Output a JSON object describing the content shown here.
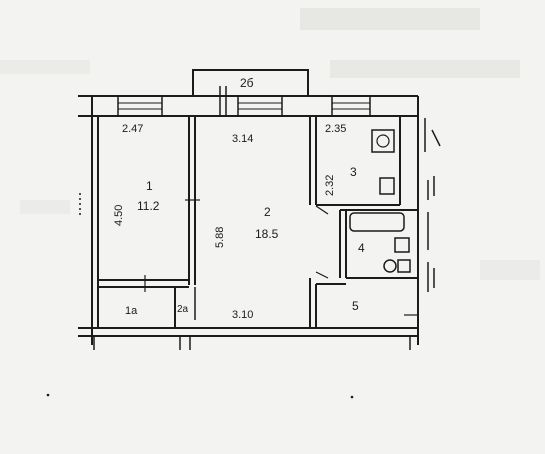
{
  "plan": {
    "balcony_label": "2б",
    "rooms": [
      {
        "id": "1",
        "area": "11.2",
        "length": "4.50",
        "width": "2.47"
      },
      {
        "id": "2",
        "area": "18.5",
        "length": "5.88",
        "width_top": "3.14",
        "width_bottom": "3.10"
      },
      {
        "id": "3",
        "width": "2.35",
        "length": "2.32"
      },
      {
        "id": "4"
      },
      {
        "id": "5"
      },
      {
        "id": "1a"
      },
      {
        "id": "2a"
      }
    ],
    "labels": {
      "room1_id": "1",
      "room1_area": "11.2",
      "room1_len": "4.50",
      "room1_w": "2.47",
      "room2_id": "2",
      "room2_area": "18.5",
      "room2_len": "5.88",
      "room2_w_top": "3.14",
      "room2_w_bottom": "3.10",
      "room3_id": "3",
      "room3_w": "2.35",
      "room3_len": "2.32",
      "room4_id": "4",
      "room5_id": "5",
      "room1a_id": "1a",
      "room2a_id": "2a"
    },
    "colors": {
      "ink": "#1b1b1b",
      "paper": "#f3f3f1",
      "faint": "#d8d8d4"
    }
  }
}
